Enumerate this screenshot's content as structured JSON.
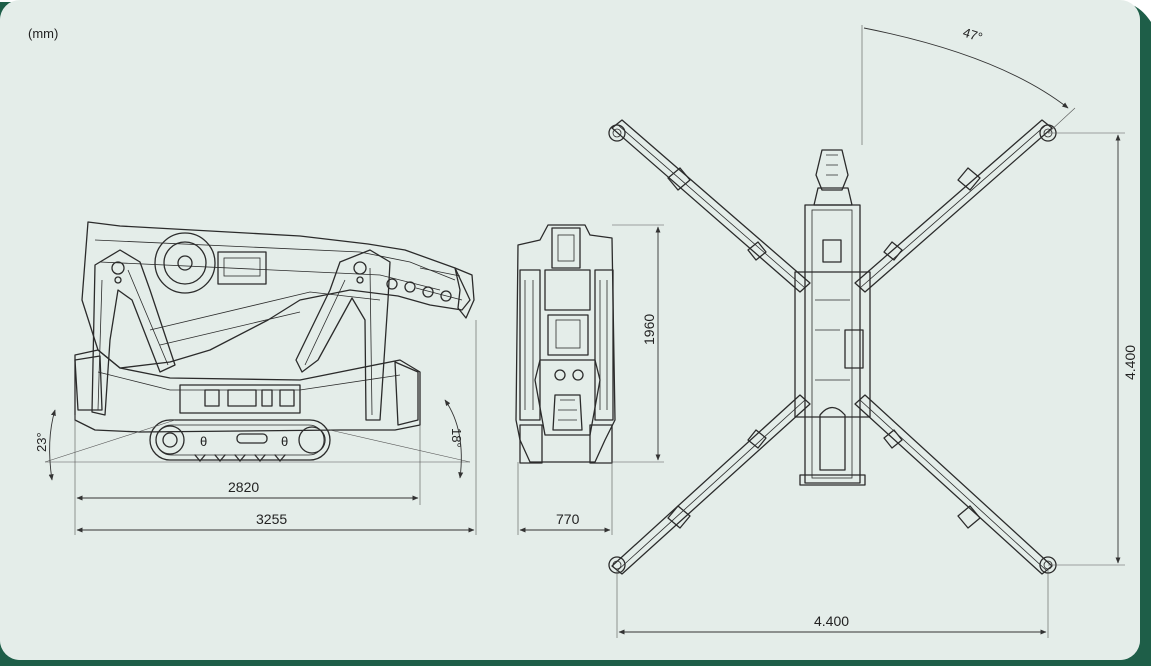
{
  "unit_label": "(mm)",
  "dimensions": {
    "side_track_length": "2820",
    "side_overall_length": "3255",
    "front_width": "770",
    "front_height": "1960",
    "top_footprint_width": "4.400",
    "top_footprint_height": "4.400"
  },
  "angles": {
    "front_approach": "23°",
    "rear_departure": "18°",
    "outrigger_swing": "47°"
  },
  "colors": {
    "panel": "#e4ede9",
    "frame": "#1e5e48",
    "ink": "#2b2b2b"
  }
}
